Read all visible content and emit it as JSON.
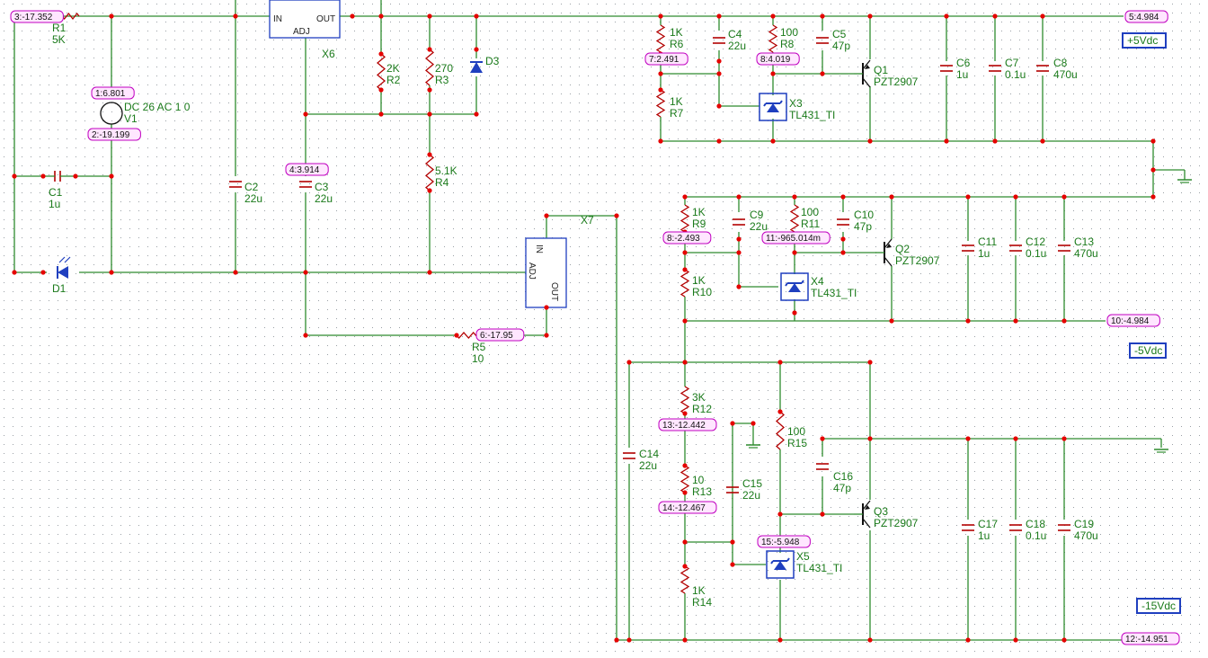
{
  "colors": {
    "wire": "#2e8b2e",
    "junction": "#e60000",
    "component": "#b30000",
    "label_text": "#1a7a1a",
    "node_border": "#c000c0",
    "node_fill": "#ffe6ff",
    "ic_outline": "#1f3fbf",
    "diode": "#1f3fbf",
    "grid_dot": "#9aa0a6",
    "supply_label_border": "#1f3fbf"
  },
  "nodes": [
    {
      "id": "n3",
      "text": "3:-17.352"
    },
    {
      "id": "n1",
      "text": "1:6.801"
    },
    {
      "id": "n2",
      "text": "2:-19.199"
    },
    {
      "id": "n4",
      "text": "4:3.914"
    },
    {
      "id": "n5",
      "text": "5:4.984"
    },
    {
      "id": "n6",
      "text": "6:-17.95"
    },
    {
      "id": "n7",
      "text": "7:2.491"
    },
    {
      "id": "n8a",
      "text": "8:4.019"
    },
    {
      "id": "n8b",
      "text": "8:-2.493"
    },
    {
      "id": "n11",
      "text": "11:-965.014m"
    },
    {
      "id": "n10",
      "text": "10:-4.984"
    },
    {
      "id": "n13",
      "text": "13:-12.442"
    },
    {
      "id": "n14",
      "text": "14:-12.467"
    },
    {
      "id": "n15",
      "text": "15:-5.948"
    },
    {
      "id": "n12",
      "text": "12:-14.951"
    }
  ],
  "supply_labels": [
    {
      "id": "p5",
      "text": "+5Vdc"
    },
    {
      "id": "m5",
      "text": "-5Vdc"
    },
    {
      "id": "m15",
      "text": "-15Vdc"
    }
  ],
  "components": [
    {
      "id": "R1",
      "name": "R1",
      "value": "5K"
    },
    {
      "id": "V1",
      "name": "V1",
      "value": "DC 26 AC 1 0"
    },
    {
      "id": "C1",
      "name": "C1",
      "value": "1u"
    },
    {
      "id": "D1",
      "name": "D1",
      "value": ""
    },
    {
      "id": "C2",
      "name": "C2",
      "value": "22u"
    },
    {
      "id": "X6",
      "name": "X6",
      "value": ""
    },
    {
      "id": "C3",
      "name": "C3",
      "value": "22u"
    },
    {
      "id": "R2",
      "name": "R2",
      "value": "2K"
    },
    {
      "id": "R3",
      "name": "R3",
      "value": "270"
    },
    {
      "id": "D3",
      "name": "D3",
      "value": ""
    },
    {
      "id": "R4",
      "name": "R4",
      "value": "5.1K"
    },
    {
      "id": "X7",
      "name": "X7",
      "value": ""
    },
    {
      "id": "R5",
      "name": "R5",
      "value": "10"
    },
    {
      "id": "R6",
      "name": "R6",
      "value": "1K"
    },
    {
      "id": "R7",
      "name": "R7",
      "value": "1K"
    },
    {
      "id": "C4",
      "name": "C4",
      "value": "22u"
    },
    {
      "id": "R8",
      "name": "R8",
      "value": "100"
    },
    {
      "id": "C5",
      "name": "C5",
      "value": "47p"
    },
    {
      "id": "Q1",
      "name": "Q1",
      "value": "PZT2907"
    },
    {
      "id": "X3",
      "name": "X3",
      "value": "TL431_TI"
    },
    {
      "id": "C6",
      "name": "C6",
      "value": "1u"
    },
    {
      "id": "C7",
      "name": "C7",
      "value": "0.1u"
    },
    {
      "id": "C8",
      "name": "C8",
      "value": "470u"
    },
    {
      "id": "R9",
      "name": "R9",
      "value": "1K"
    },
    {
      "id": "R10",
      "name": "R10",
      "value": "1K"
    },
    {
      "id": "C9",
      "name": "C9",
      "value": "22u"
    },
    {
      "id": "R11",
      "name": "R11",
      "value": "100"
    },
    {
      "id": "C10",
      "name": "C10",
      "value": "47p"
    },
    {
      "id": "Q2",
      "name": "Q2",
      "value": "PZT2907"
    },
    {
      "id": "X4",
      "name": "X4",
      "value": "TL431_TI"
    },
    {
      "id": "C11",
      "name": "C11",
      "value": "1u"
    },
    {
      "id": "C12",
      "name": "C12",
      "value": "0.1u"
    },
    {
      "id": "C13",
      "name": "C13",
      "value": "470u"
    },
    {
      "id": "C14",
      "name": "C14",
      "value": "22u"
    },
    {
      "id": "R12",
      "name": "R12",
      "value": "3K"
    },
    {
      "id": "R13",
      "name": "R13",
      "value": "10"
    },
    {
      "id": "C15",
      "name": "C15",
      "value": "22u"
    },
    {
      "id": "R14",
      "name": "R14",
      "value": "1K"
    },
    {
      "id": "R15",
      "name": "R15",
      "value": "100"
    },
    {
      "id": "C16",
      "name": "C16",
      "value": "47p"
    },
    {
      "id": "Q3",
      "name": "Q3",
      "value": "PZT2907"
    },
    {
      "id": "X5",
      "name": "X5",
      "value": "TL431_TI"
    },
    {
      "id": "C17",
      "name": "C17",
      "value": "1u"
    },
    {
      "id": "C18",
      "name": "C18",
      "value": "0.1u"
    },
    {
      "id": "C19",
      "name": "C19",
      "value": "470u"
    }
  ],
  "ic_pins": {
    "in": "IN",
    "out": "OUT",
    "adj": "ADJ"
  }
}
